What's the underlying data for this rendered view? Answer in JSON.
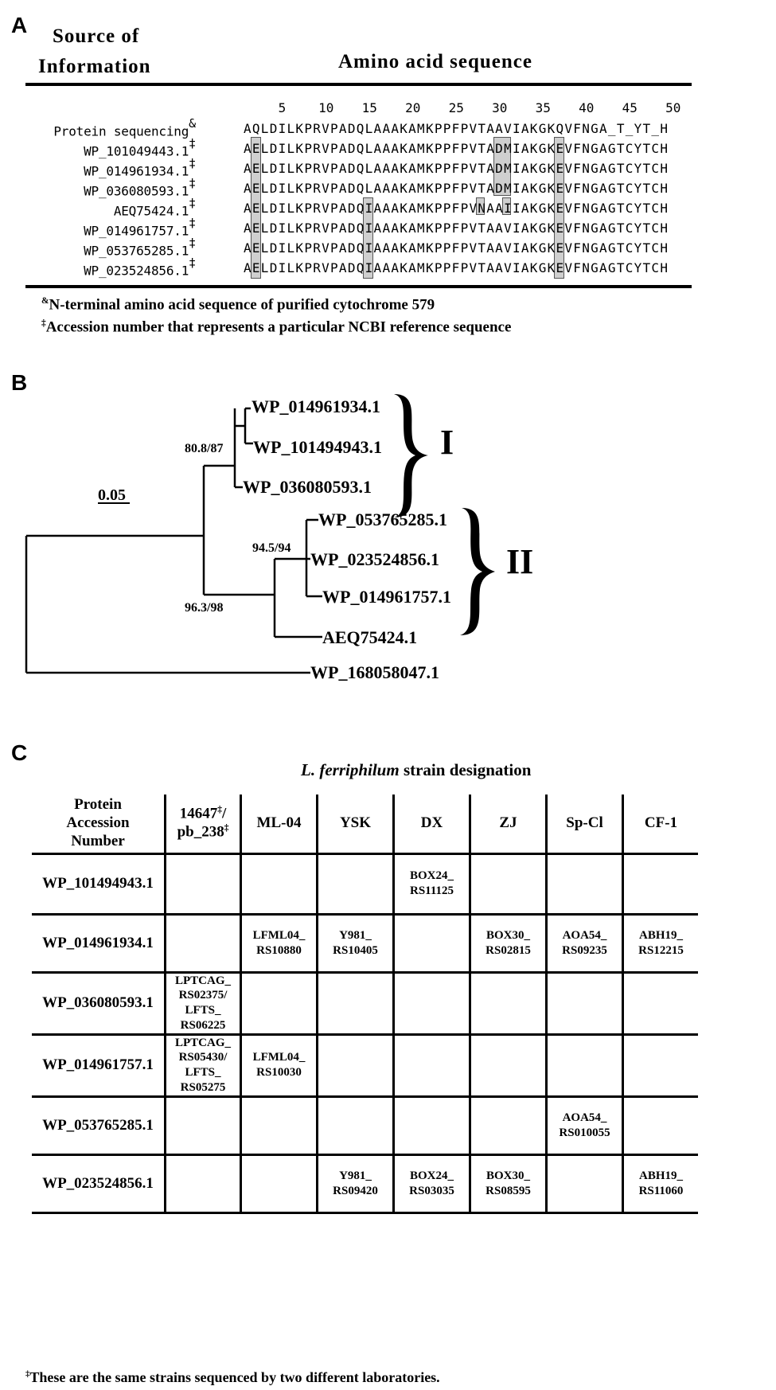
{
  "panel_a": {
    "letter": "A",
    "header_source_line1": "Source of",
    "header_source_line2": "Information",
    "header_sequence": "Amino acid sequence",
    "position_ticks": [
      "5",
      "10",
      "15",
      "20",
      "25",
      "30",
      "35",
      "40",
      "45",
      "50"
    ],
    "rows": [
      {
        "label": "Protein sequencing",
        "mark": "&",
        "seq": "AQLDILKPRVPADQLAAAKAMKPPFPVTAAVIAKGKQVFNGA_T_YT_H"
      },
      {
        "label": "WP_101049443.1",
        "mark": "‡",
        "seq": "AELDILKPRVPADQLAAAKAMKPPFPVTADMIAKGKEVFNGAGTCYTCH"
      },
      {
        "label": "WP_014961934.1",
        "mark": "‡",
        "seq": "AELDILKPRVPADQLAAAKAMKPPFPVTADMIAKGKEVFNGAGTCYTCH"
      },
      {
        "label": "WP_036080593.1",
        "mark": "‡",
        "seq": "AELDILKPRVPADQLAAAKAMKPPFPVTADMIAKGKEVFNGAGTCYTCH"
      },
      {
        "label": "AEQ75424.1",
        "mark": "‡",
        "seq": "AELDILKPRVPADQIAAAKAMKPPFPVNAAIIAKGKEVFNGAGTCYTCH"
      },
      {
        "label": "WP_014961757.1",
        "mark": "‡",
        "seq": "AELDILKPRVPADQIAAAKAMKPPFPVTAAVIAKGKEVFNGAGTCYTCH"
      },
      {
        "label": "WP_053765285.1",
        "mark": "‡",
        "seq": "AELDILKPRVPADQIAAAKAMKPPFPVTAAVIAKGKEVFNGAGTCYTCH"
      },
      {
        "label": "WP_023524856.1",
        "mark": "‡",
        "seq": "AELDILKPRVPADQIAAAKAMKPPFPVTAAVIAKGKEVFNGAGTCYTCH"
      }
    ],
    "footnote1_mark": "&",
    "footnote1": "N-terminal amino acid sequence of purified cytochrome 579",
    "footnote2_mark": "‡",
    "footnote2": "Accession number that represents a particular NCBI reference sequence"
  },
  "panel_b": {
    "letter": "B",
    "scale_label": "0.05",
    "leaves": {
      "l1": "WP_014961934.1",
      "l2": "WP_101494943.1",
      "l3": "WP_036080593.1",
      "l4": "WP_053765285.1",
      "l5": "WP_023524856.1",
      "l6": "WP_014961757.1",
      "l7": "AEQ75424.1",
      "l8": "WP_168058047.1"
    },
    "support": {
      "s1": "80.8/87",
      "s2": "94.5/94",
      "s3": "96.3/98"
    },
    "clade_1": "I",
    "clade_2": "II"
  },
  "panel_c": {
    "letter": "C",
    "title_italic": "L. ferriphilum",
    "title_rest": " strain designation",
    "headers": {
      "protein": "Protein Accession Number",
      "c1_line1": "14647",
      "c1_mark": "‡",
      "c1_line2": "/",
      "c1_line3": "pb_238",
      "c2": "ML-04",
      "c3": "YSK",
      "c4": "DX",
      "c5": "ZJ",
      "c6": "Sp-Cl",
      "c7": "CF-1"
    },
    "rows": [
      {
        "acc": "WP_101494943.1",
        "cells": [
          "",
          "",
          "",
          "BOX24_ RS11125",
          "",
          "",
          ""
        ]
      },
      {
        "acc": "WP_014961934.1",
        "cells": [
          "",
          "LFML04_ RS10880",
          "Y981_ RS10405",
          "",
          "BOX30_ RS02815",
          "AOA54_ RS09235",
          "ABH19_ RS12215"
        ]
      },
      {
        "acc": "WP_036080593.1",
        "cells": [
          "LPTCAG_ RS02375/ LFTS_ RS06225",
          "",
          "",
          "",
          "",
          "",
          ""
        ]
      },
      {
        "acc": "WP_014961757.1",
        "cells": [
          "LPTCAG_ RS05430/ LFTS_ RS05275",
          "LFML04_ RS10030",
          "",
          "",
          "",
          "",
          ""
        ]
      },
      {
        "acc": "WP_053765285.1",
        "cells": [
          "",
          "",
          "",
          "",
          "",
          "AOA54_ RS010055",
          ""
        ]
      },
      {
        "acc": "WP_023524856.1",
        "cells": [
          "",
          "",
          "Y981_ RS09420",
          "BOX24_ RS03035",
          "BOX30_ RS08595",
          "",
          "ABH19_ RS11060"
        ]
      }
    ],
    "footnote_mark": "‡",
    "footnote": "These are the same strains sequenced by two different laboratories."
  }
}
